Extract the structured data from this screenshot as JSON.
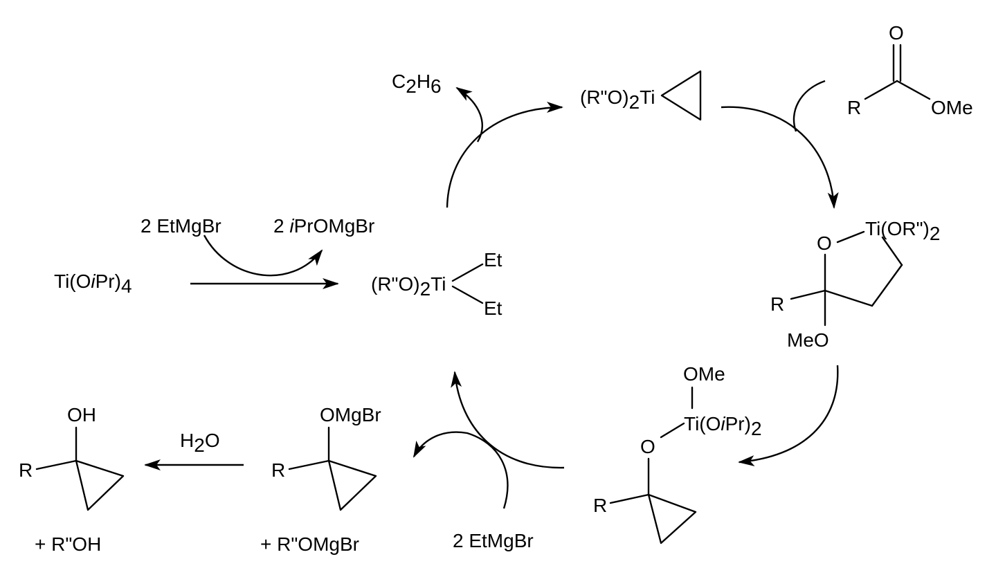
{
  "colors": {
    "ink": "#000000",
    "background": "#ffffff"
  },
  "labels": {
    "ti_start": {
      "a": "Ti(O",
      "b": "i",
      "c": "Pr)",
      "sub": "4"
    },
    "etmgbr_top": "2 EtMgBr",
    "iprmgbr": {
      "a": "2 ",
      "b": "i",
      "c": "PrOMgBr"
    },
    "ti_diethyl": {
      "a": "(R\"O)",
      "sub": "2",
      "b": "Ti",
      "et1": "Et",
      "et2": "Et"
    },
    "ethane": {
      "c": "C",
      "sub1": "2",
      "h": "H",
      "sub2": "6"
    },
    "ti_cyclopropane": {
      "a": "(R\"O)",
      "sub": "2",
      "b": "Ti"
    },
    "ester": {
      "o": "O",
      "r": "R",
      "ome": "OMe"
    },
    "oxatitanacycle": {
      "o": "O",
      "ti": "Ti(OR\")",
      "sub": "2",
      "r": "R",
      "meo": "MeO"
    },
    "titanium_alkoxide": {
      "ome": "OMe",
      "ti_a": "Ti(O",
      "ti_b": "i",
      "ti_c": "Pr)",
      "sub": "2",
      "o": "O",
      "r": "R"
    },
    "etmgbr_bottom": "2 EtMgBr",
    "mg_alkoxide": {
      "omgbr": "OMgBr",
      "r": "R",
      "byproduct": "+ R\"OMgBr"
    },
    "water": {
      "h": "H",
      "sub": "2",
      "o": "O"
    },
    "product": {
      "oh": "OH",
      "r": "R",
      "byproduct": "+ R\"OH"
    }
  }
}
